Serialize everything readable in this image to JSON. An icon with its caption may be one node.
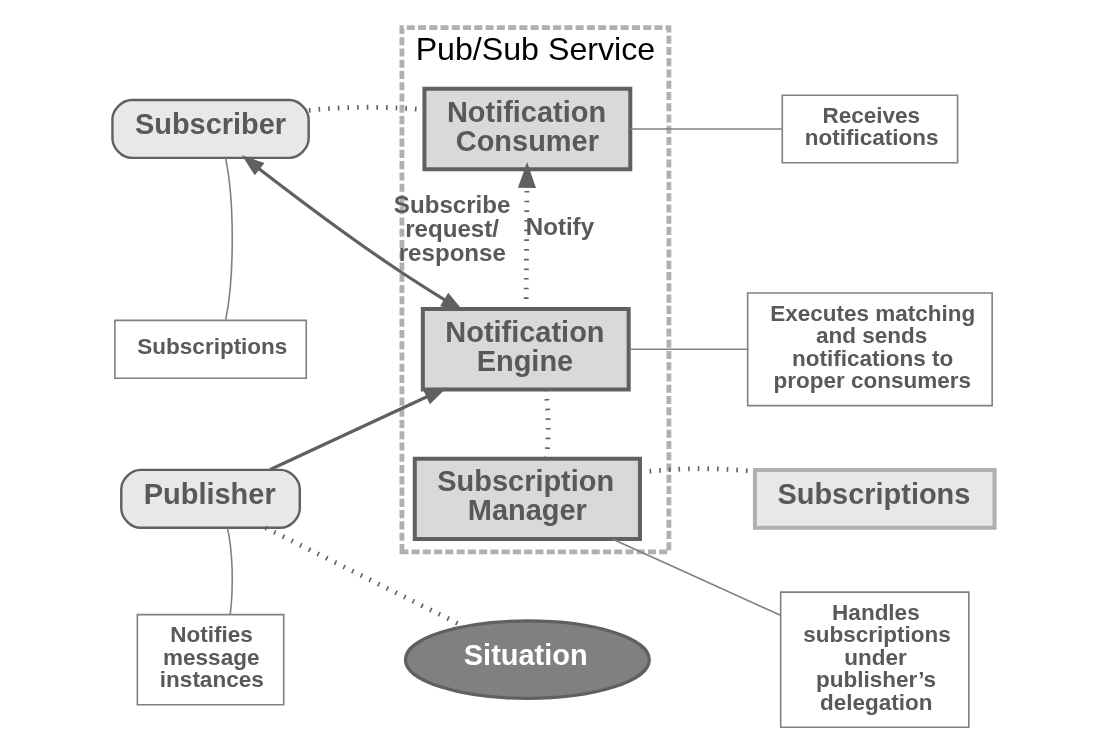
{
  "diagram": {
    "nodes": [
      {
        "text": [
          "Pub/Sub Service"
        ]
      },
      {
        "text": [
          "Subscriber"
        ]
      },
      {
        "text": [
          "Notification Consumer"
        ],
        "in": 0
      },
      {
        "text": [
          "Receives notifications"
        ]
      },
      {
        "text": [
          "Subscriptions"
        ]
      },
      {
        "text": [
          "Notification Engine"
        ],
        "in": 0
      },
      {
        "text": [
          "Executes matching and sends notifications to proper consumers"
        ]
      },
      {
        "text": [
          "Publisher"
        ]
      },
      {
        "text": [
          "Subscription Manager"
        ],
        "in": 0
      },
      {
        "text": [
          "Subscriptions"
        ]
      },
      {
        "text": [
          "Notifies message instances"
        ]
      },
      {
        "text": [
          "Situation"
        ]
      },
      {
        "text": [
          "Handles subscriptions under publisher’s delegation"
        ]
      }
    ],
    "edges": [
      {
        "from": 1,
        "to": 2,
        "arrow": "none",
        "style": "dashed"
      },
      {
        "from": 5,
        "to": 2,
        "arrow": "to",
        "style": "dashed",
        "label": "Notify"
      },
      {
        "from": 1,
        "to": 5,
        "arrow": "both",
        "label": "Subscribe request/ response"
      },
      {
        "from": 7,
        "to": 5,
        "arrow": "to"
      },
      {
        "from": 8,
        "to": 5,
        "arrow": "none",
        "style": "dashed"
      },
      {
        "from": 8,
        "to": 4,
        "arrow": "none",
        "style": "dashed"
      },
      {
        "from": 7,
        "to": 11,
        "arrow": "none",
        "style": "dashed"
      },
      {
        "from": 9,
        "to": 1,
        "arrow": "none"
      },
      {
        "from": 3,
        "to": 2,
        "arrow": "none"
      },
      {
        "from": 6,
        "to": 5,
        "arrow": "none"
      },
      {
        "from": 10,
        "to": 7,
        "arrow": "none"
      },
      {
        "from": 12,
        "to": 8,
        "arrow": "none"
      }
    ]
  }
}
